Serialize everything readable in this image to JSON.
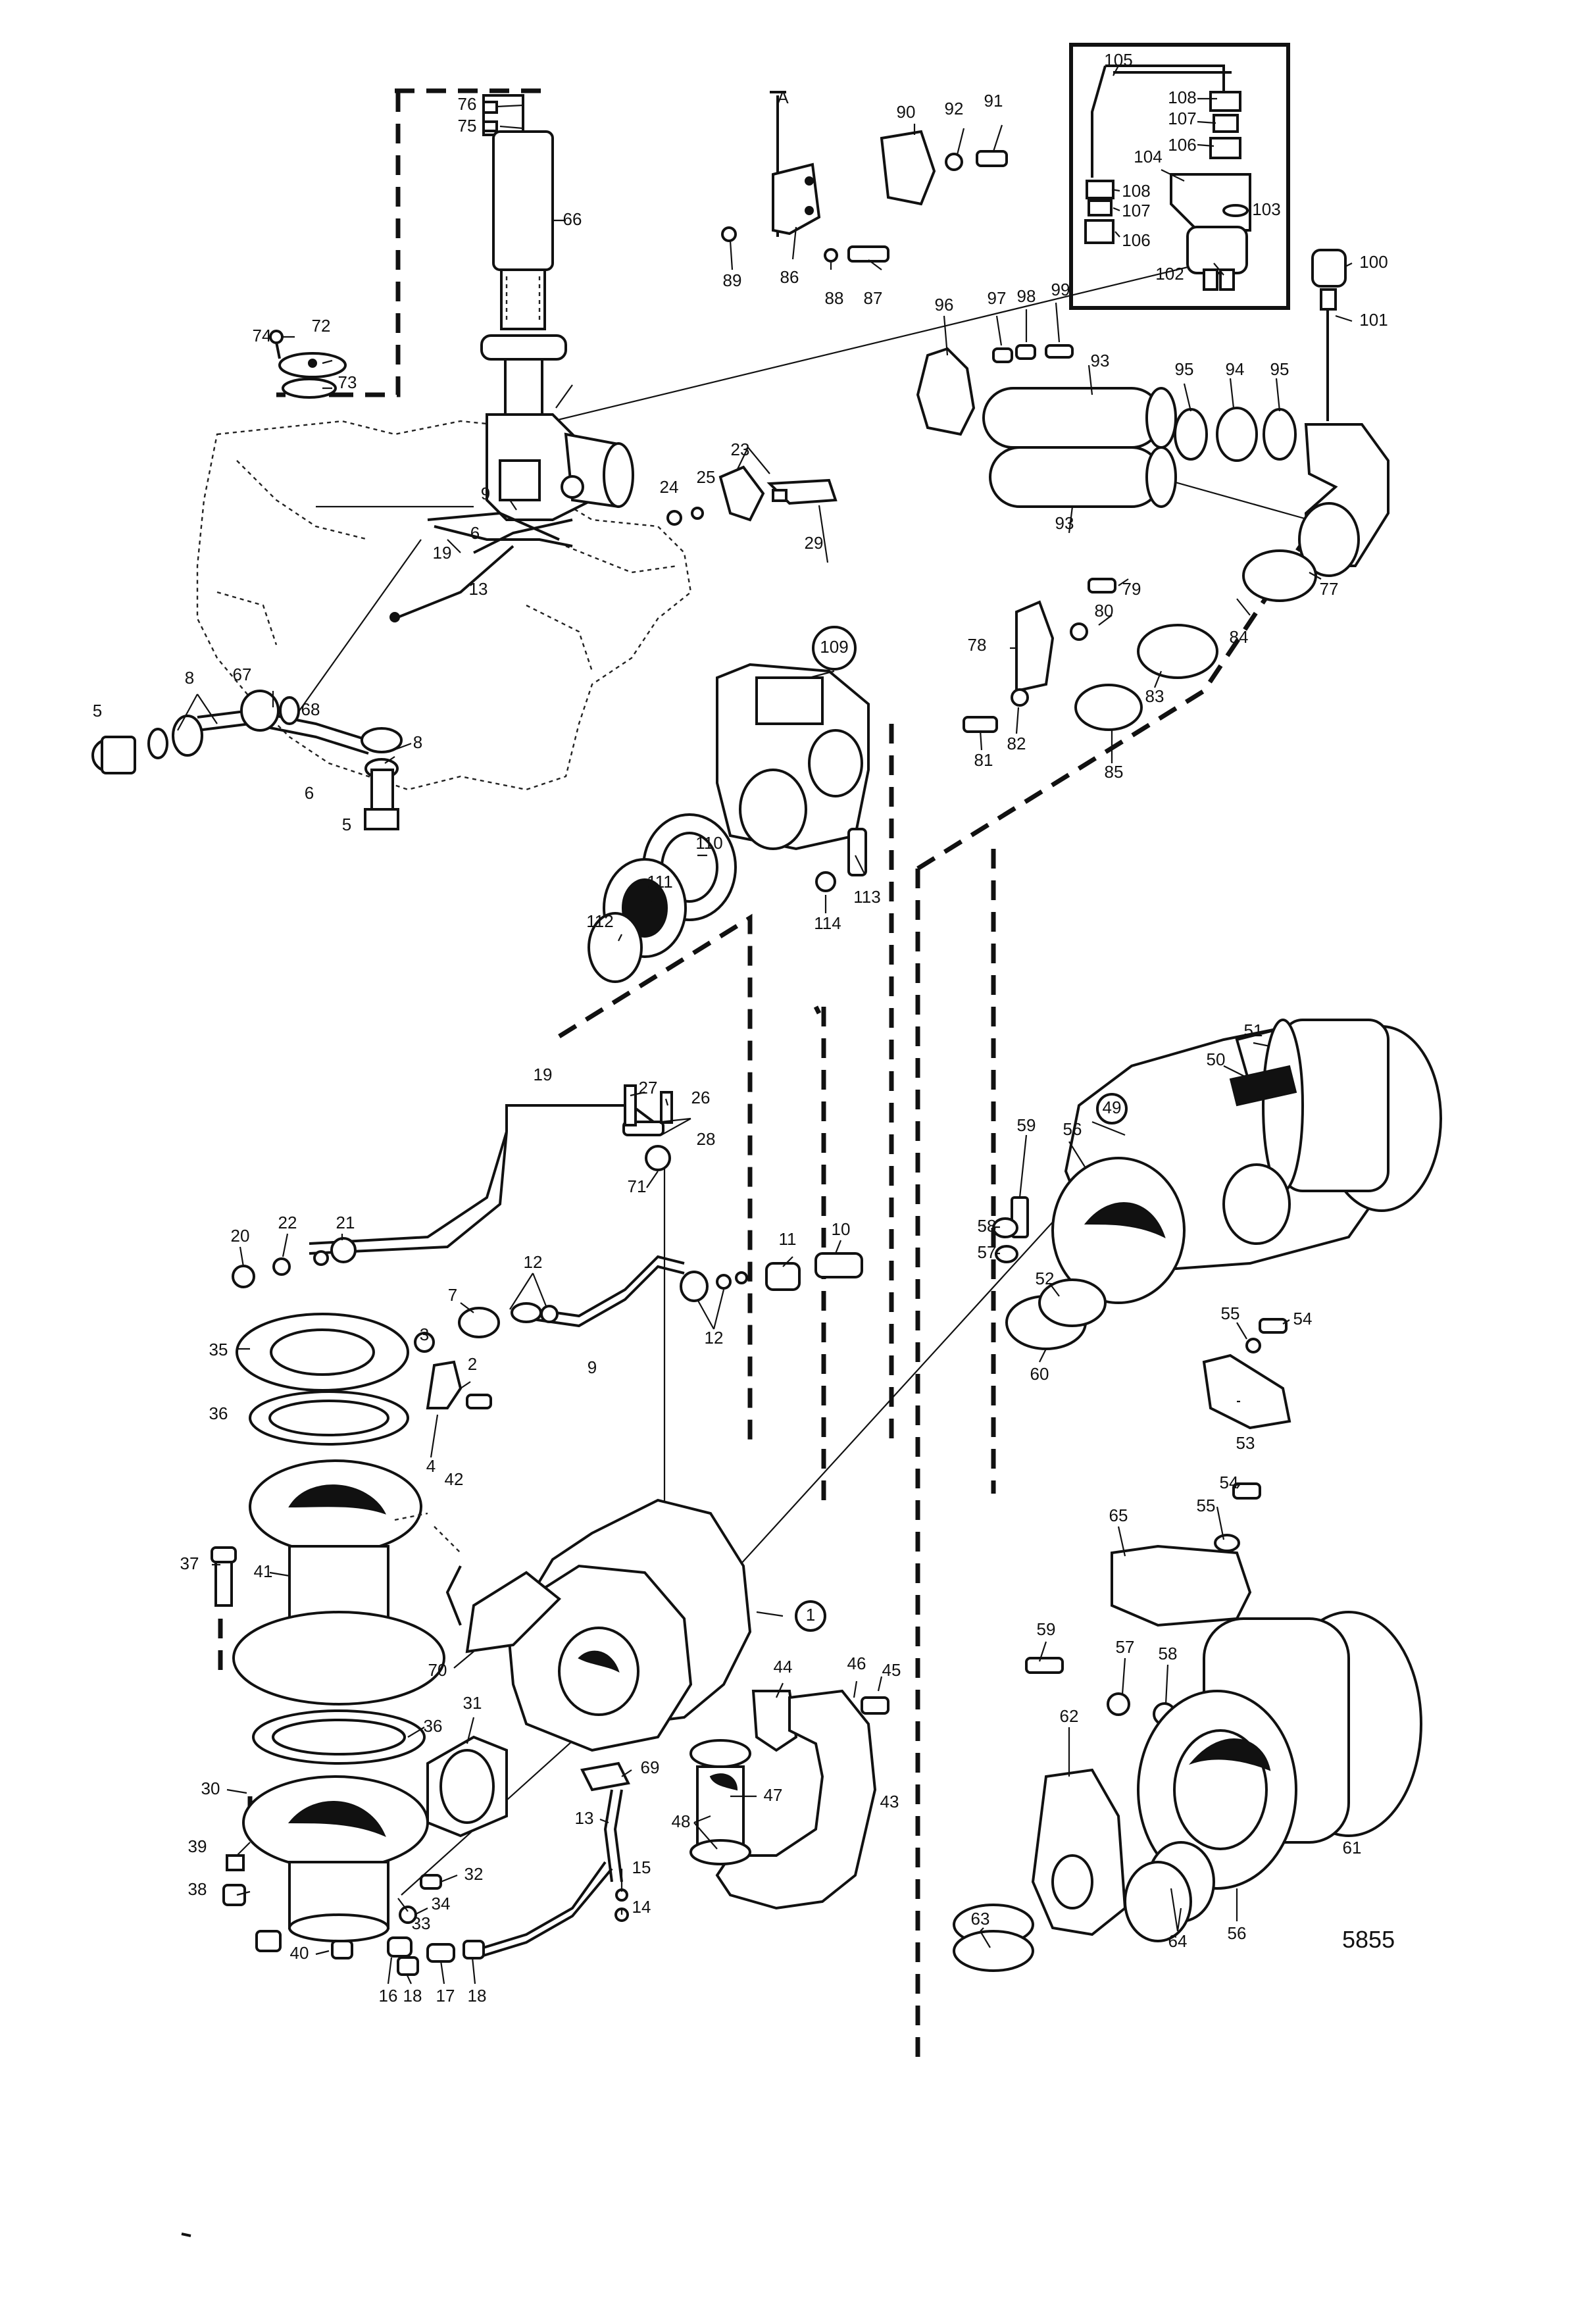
{
  "figure_number": "5855",
  "section_marker": "A",
  "callouts": {
    "c76": "76",
    "c75": "75",
    "c66": "66",
    "c74": "74",
    "c72": "72",
    "c73": "73",
    "c9a": "9",
    "c6a": "6",
    "c19a": "19",
    "c13a": "13",
    "c24": "24",
    "c25": "25",
    "c23": "23",
    "c29": "29",
    "c8a": "8",
    "c67": "67",
    "c68": "68",
    "c5a": "5",
    "c6b": "6",
    "c8b": "8",
    "c5b": "5",
    "c90": "90",
    "c92": "92",
    "c91": "91",
    "c89": "89",
    "c86": "86",
    "c88": "88",
    "c87": "87",
    "c105": "105",
    "c108a": "108",
    "c107a": "107",
    "c106a": "106",
    "c104": "104",
    "c108b": "108",
    "c107b": "107",
    "c106b": "106",
    "c103": "103",
    "c102": "102",
    "c100": "100",
    "c101": "101",
    "c96": "96",
    "c97": "97",
    "c98": "98",
    "c99": "99",
    "c93a": "93",
    "c95a": "95",
    "c94": "94",
    "c95b": "95",
    "c93b": "93",
    "c79": "79",
    "c80": "80",
    "c78": "78",
    "c77": "77",
    "c84": "84",
    "c83": "83",
    "c82": "82",
    "c81": "81",
    "c85": "85",
    "c109": "109",
    "c110": "110",
    "c111": "111",
    "c112": "112",
    "c113": "113",
    "c114": "114",
    "c19b": "19",
    "c27": "27",
    "c26": "26",
    "c28": "28",
    "c71": "71",
    "c20": "20",
    "c22": "22",
    "c21": "21",
    "c12a": "12",
    "c7": "7",
    "c3": "3",
    "c2": "2",
    "c4": "4",
    "c9b": "9",
    "c12b": "12",
    "c11": "11",
    "c10": "10",
    "c35": "35",
    "c36a": "36",
    "c42": "42",
    "c37": "37",
    "c41": "41",
    "c70": "70",
    "c1": "1",
    "c36b": "36",
    "c31": "31",
    "c30": "30",
    "c39": "39",
    "c38": "38",
    "c40": "40",
    "c32": "32",
    "c34": "34",
    "c33": "33",
    "c16": "16",
    "c18a": "18",
    "c17": "17",
    "c18b": "18",
    "c69": "69",
    "c13b": "13",
    "c15": "15",
    "c14": "14",
    "c44": "44",
    "c46": "46",
    "c45": "45",
    "c47": "47",
    "c48": "48",
    "c43": "43",
    "c59a": "59",
    "c56a": "56",
    "c49": "49",
    "c50": "50",
    "c51": "51",
    "c58a": "58",
    "c57a": "57",
    "c52": "52",
    "c60": "60",
    "c55a": "55",
    "c54a": "54",
    "c53": "53",
    "c54b": "54",
    "c55b": "55",
    "c65": "65",
    "c59b": "59",
    "c57b": "57",
    "c58b": "58",
    "c62": "62",
    "c61": "61",
    "c63": "63",
    "c64": "64",
    "c56b": "56"
  }
}
